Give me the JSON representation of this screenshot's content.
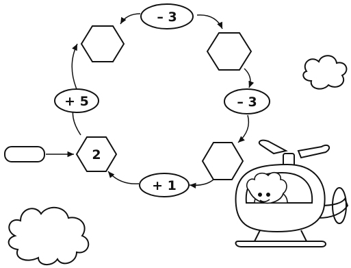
{
  "start_hex": {
    "value": "2"
  },
  "operations": [
    {
      "id": "op-plus5",
      "label": "+ 5"
    },
    {
      "id": "op-minus3a",
      "label": "– 3"
    },
    {
      "id": "op-minus3b",
      "label": "– 3"
    },
    {
      "id": "op-plus1",
      "label": "+ 1"
    }
  ],
  "empty_hexes": 3,
  "colors": {
    "stroke": "#111111",
    "fill": "#ffffff"
  },
  "icons": [
    "arrow-icon",
    "cloud-icon",
    "helicopter-icon",
    "pilot-icon"
  ]
}
